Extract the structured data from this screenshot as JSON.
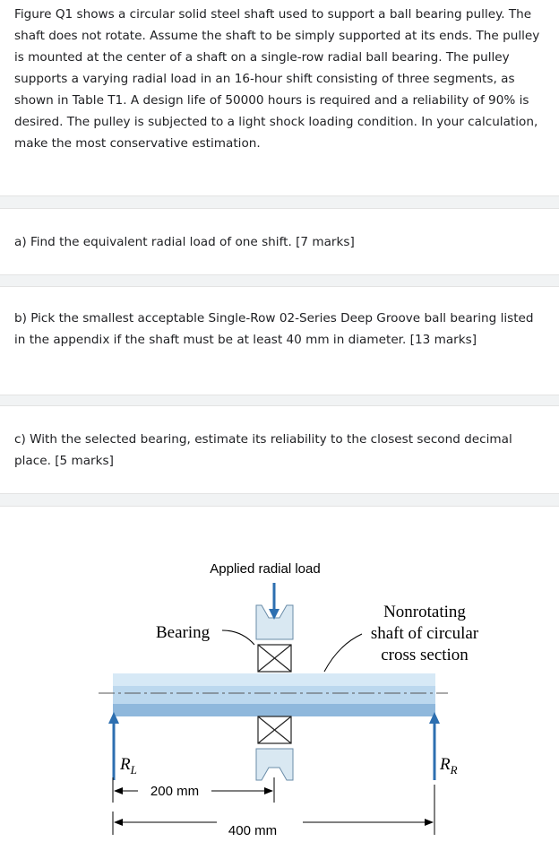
{
  "problem": {
    "intro": "Figure Q1 shows a circular solid steel shaft used to support a ball bearing pulley. The shaft does not rotate. Assume the shaft to be simply supported at its ends. The pulley is mounted at the center of a shaft on a single-row radial ball bearing. The pulley supports a varying radial load in an 16-hour shift consisting of three segments, as shown in Table T1. A design life of 50000 hours is required and a reliability of 90% is desired. The pulley is subjected to a light shock loading condition. In your calculation, make the most conservative estimation.",
    "question_a": "a) Find the equivalent radial load of one shift. [7 marks]",
    "question_b": "b) Pick the smallest acceptable Single-Row 02-Series Deep Groove ball bearing listed in the appendix if the shaft must be at least 40 mm in diameter. [13 marks]",
    "question_c": "c) With the selected bearing, estimate its reliability to the closest second decimal place. [5 marks]"
  },
  "figure": {
    "applied_load_label": "Applied radial load",
    "bearing_label": "Bearing",
    "shaft_label_line1": "Nonrotating",
    "shaft_label_line2": "shaft of circular",
    "shaft_label_line3": "cross section",
    "left_reaction_main": "R",
    "left_reaction_sub": "L",
    "right_reaction_main": "R",
    "right_reaction_sub": "R",
    "dim_half": "200 mm",
    "dim_full": "400 mm",
    "colors": {
      "shaft": "#a9cbe6",
      "shaft_dark": "#6fa3cf",
      "arrow": "#2d6fb0",
      "pulley": "#d9e8f2",
      "line": "#000000"
    }
  }
}
